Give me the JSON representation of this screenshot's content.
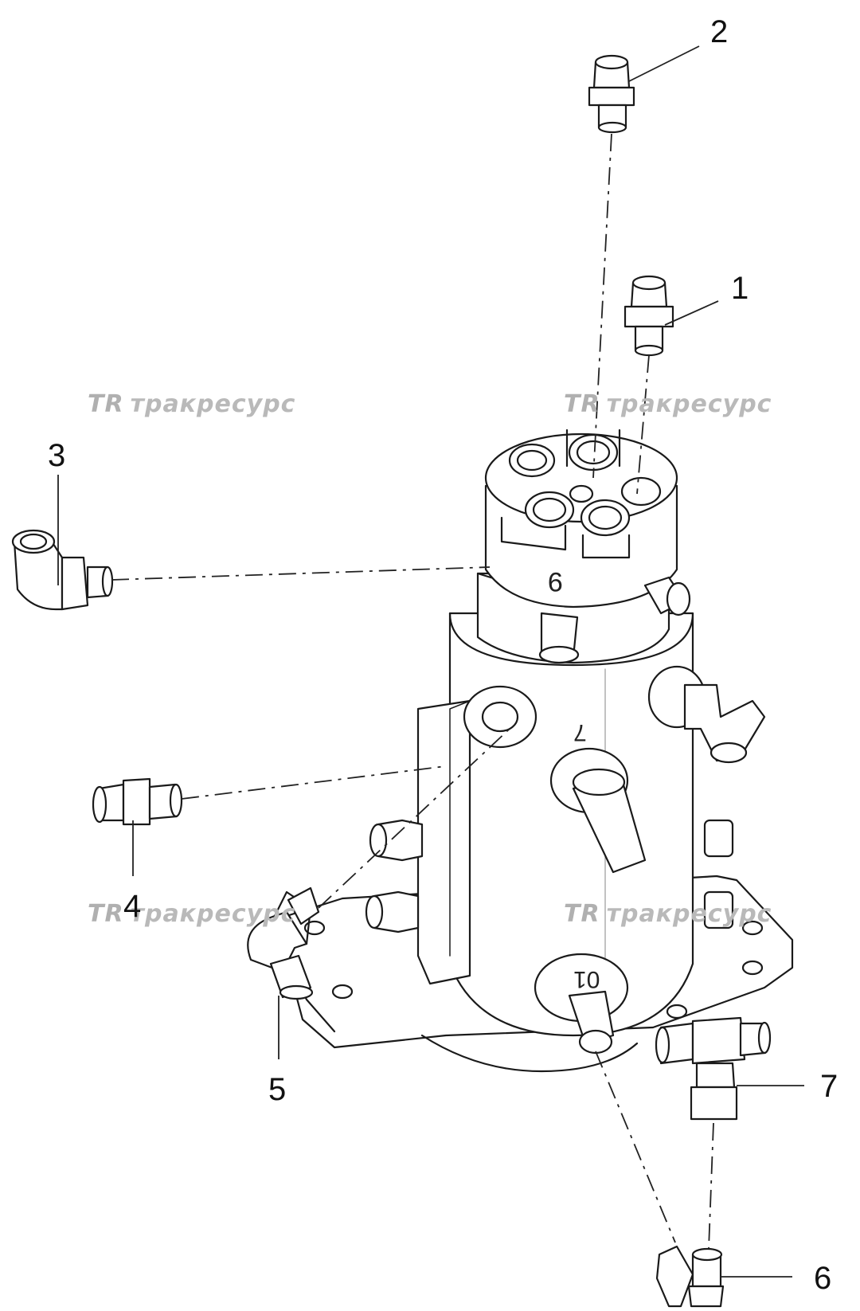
{
  "callouts": [
    {
      "id": "1",
      "label": "1"
    },
    {
      "id": "2",
      "label": "2"
    },
    {
      "id": "3",
      "label": "3"
    },
    {
      "id": "4",
      "label": "4"
    },
    {
      "id": "5",
      "label": "5"
    },
    {
      "id": "6",
      "label": "6"
    },
    {
      "id": "7",
      "label": "7"
    }
  ],
  "watermark": {
    "logo": "TR",
    "text": "тракресурс"
  },
  "engraved_marks": [
    "9",
    "7",
    "01"
  ],
  "colors": {
    "line": "#111111",
    "body_stroke": "#1a1a1a",
    "watermark": "#b9b9b9"
  }
}
